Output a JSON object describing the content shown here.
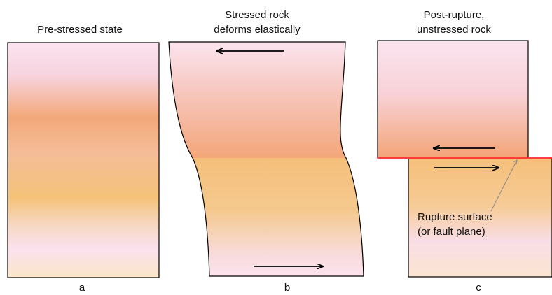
{
  "panels": {
    "a": {
      "title": "Pre-stressed state",
      "letter": "a"
    },
    "b": {
      "title_line1": "Stressed rock",
      "title_line2": "deforms elastically",
      "letter": "b"
    },
    "c": {
      "title_line1": "Post-rupture,",
      "title_line2": "unstressed rock",
      "letter": "c",
      "annotation_line1": "Rupture surface",
      "annotation_line2": "(or fault plane)"
    }
  },
  "colors": {
    "pink": "#f9e0ef",
    "coral": "#f3a577",
    "orange": "#f5c27c",
    "cream": "#fbe8c8",
    "fault_line": "#ff3b3b",
    "stroke": "#000000"
  }
}
